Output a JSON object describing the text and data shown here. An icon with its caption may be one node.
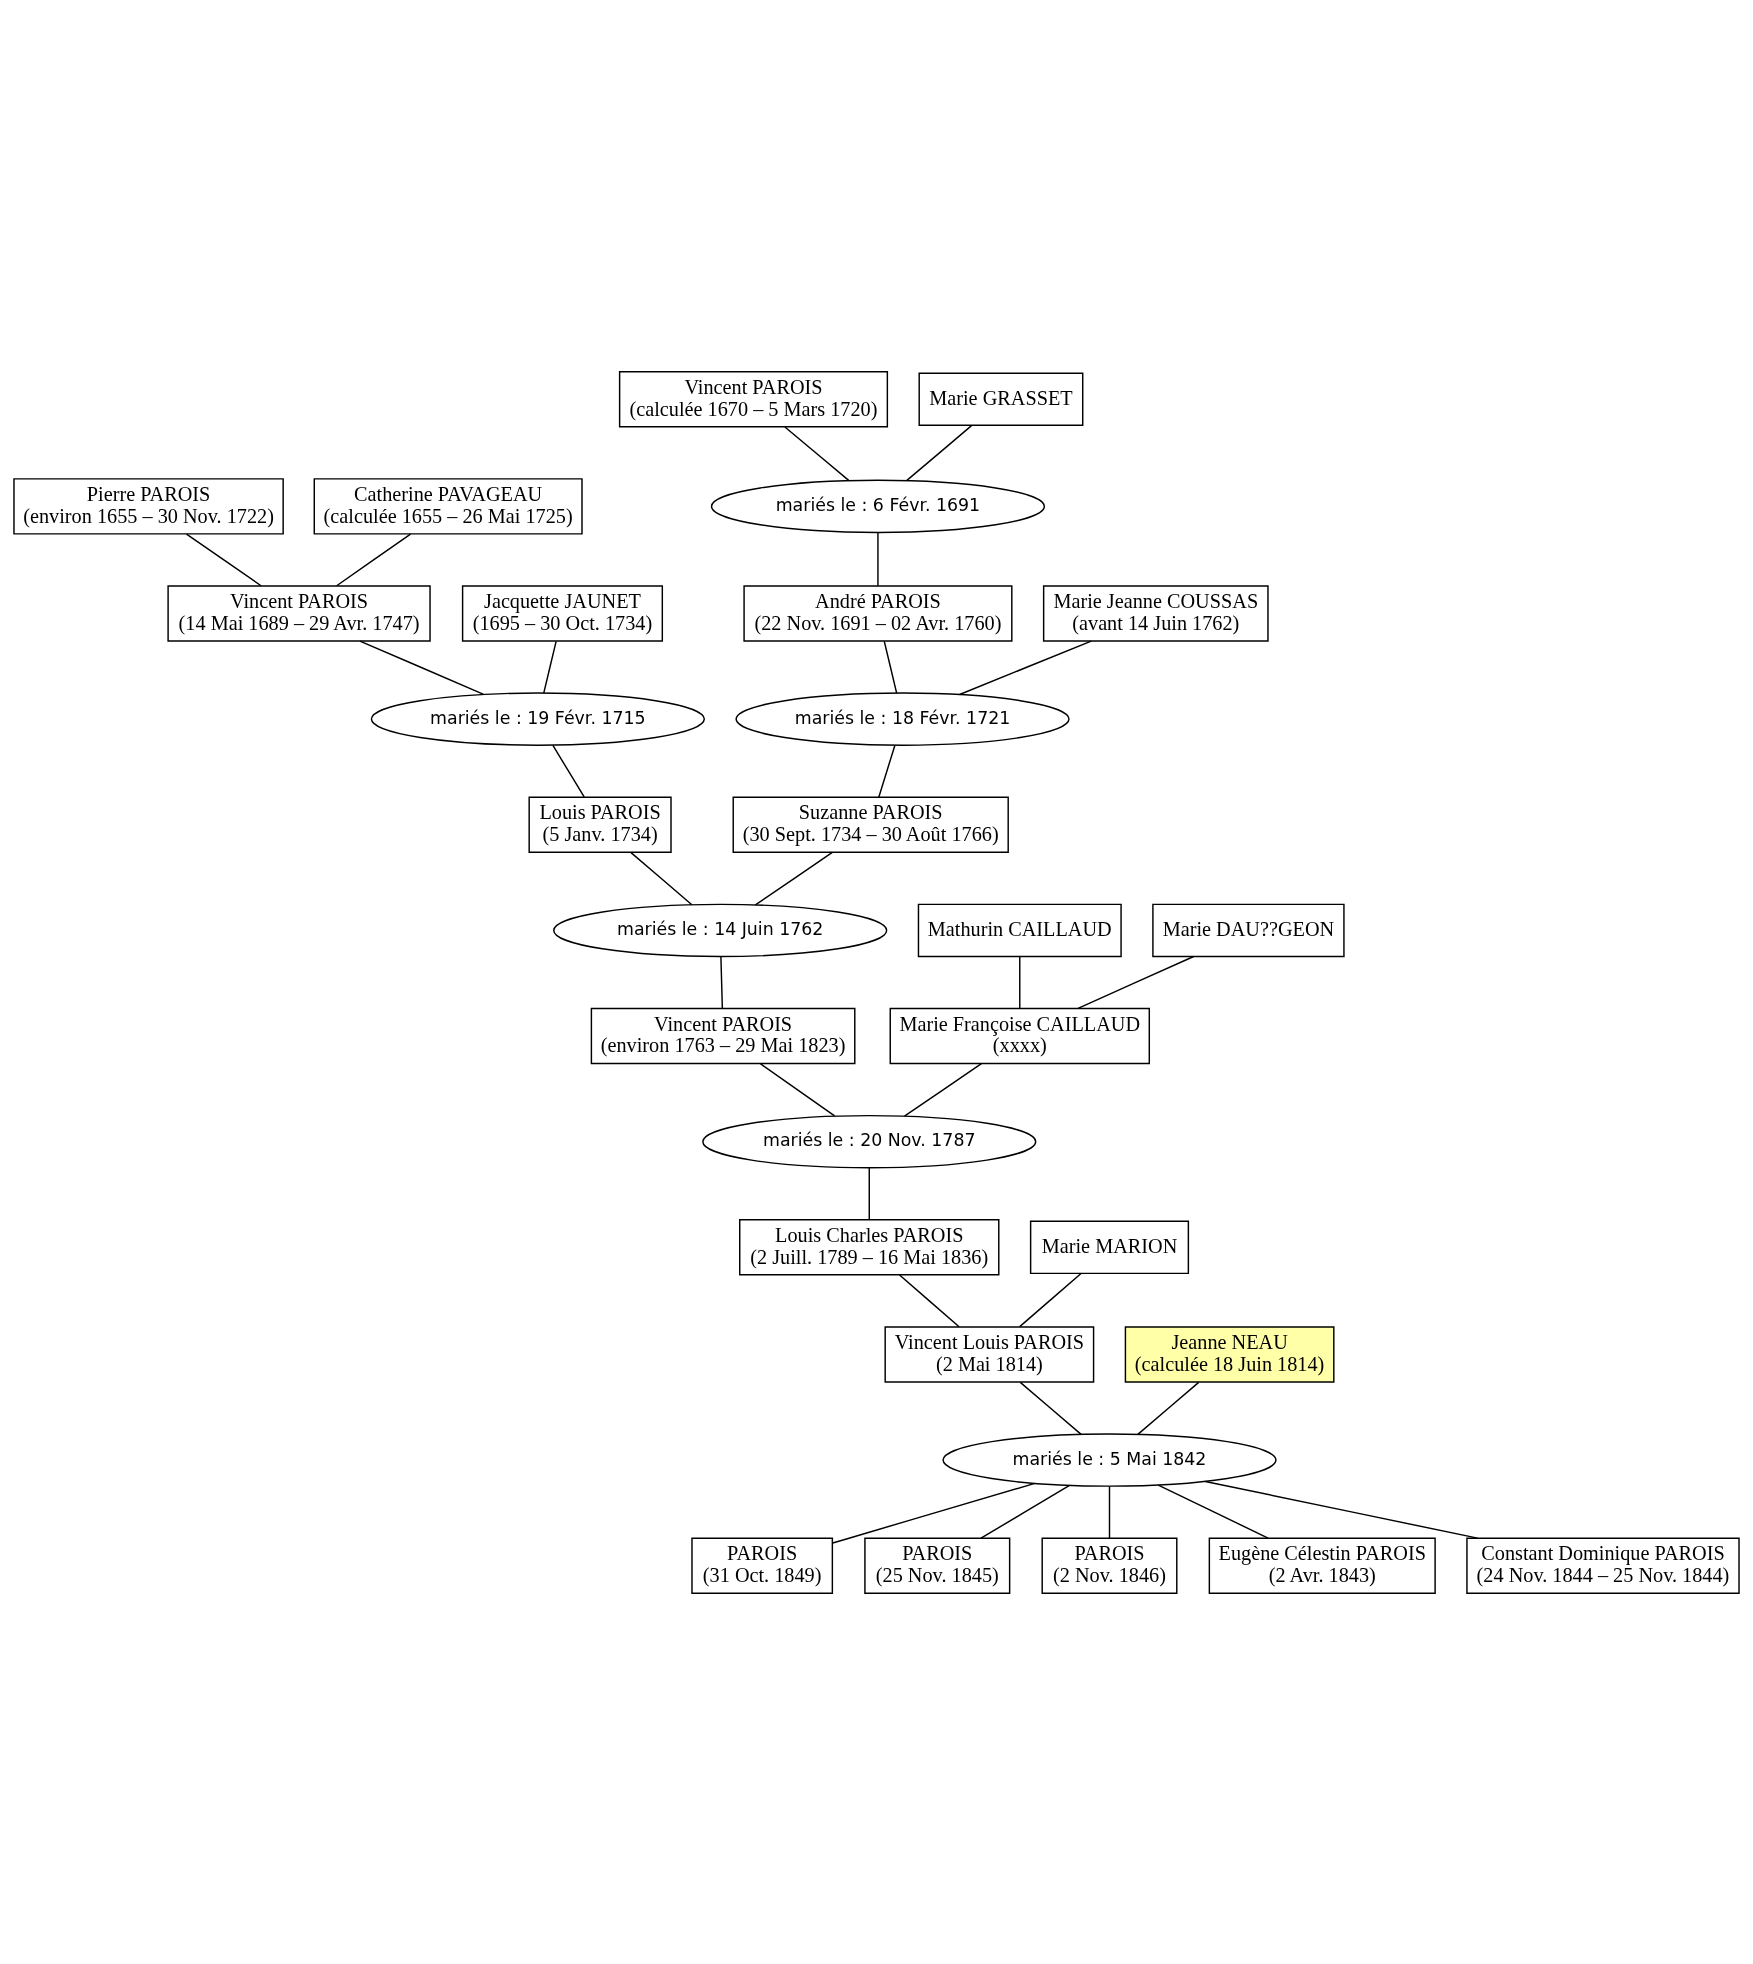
{
  "diagram": {
    "nodes": [
      {
        "text": [
          "Pierre PAROIS",
          "(environ 1655 – 30 Nov. 1722)"
        ]
      },
      {
        "text": [
          "Catherine PAVAGEAU",
          "(calculée 1655 – 26 Mai 1725)"
        ]
      },
      {
        "text": [
          "Vincent PAROIS",
          "(calculée 1670 – 5 Mars 1720)"
        ]
      },
      {
        "text": [
          "Marie GRASSET"
        ]
      },
      {
        "text": [
          "mariés le : 6 Févr. 1691"
        ]
      },
      {
        "text": [
          "Vincent PAROIS",
          "(14 Mai 1689 – 29 Avr. 1747)"
        ]
      },
      {
        "text": [
          "Jacquette JAUNET",
          "(1695 – 30 Oct. 1734)"
        ]
      },
      {
        "text": [
          "André PAROIS",
          "(22 Nov. 1691 – 02 Avr. 1760)"
        ]
      },
      {
        "text": [
          "Marie Jeanne COUSSAS",
          "(avant 14 Juin 1762)"
        ]
      },
      {
        "text": [
          "mariés le : 19 Févr. 1715"
        ]
      },
      {
        "text": [
          "mariés le : 18 Févr. 1721"
        ]
      },
      {
        "text": [
          "Louis PAROIS",
          "(5 Janv. 1734)"
        ]
      },
      {
        "text": [
          "Suzanne PAROIS",
          "(30 Sept. 1734 – 30 Août 1766)"
        ]
      },
      {
        "text": [
          "Mathurin CAILLAUD"
        ]
      },
      {
        "text": [
          "Marie DAU??GEON"
        ]
      },
      {
        "text": [
          "mariés le : 14 Juin 1762"
        ]
      },
      {
        "text": [
          "Vincent PAROIS",
          "(environ 1763 – 29 Mai 1823)"
        ]
      },
      {
        "text": [
          "Marie Françoise CAILLAUD",
          "(xxxx)"
        ]
      },
      {
        "text": [
          "mariés le : 20 Nov. 1787"
        ]
      },
      {
        "text": [
          "Louis Charles PAROIS",
          "(2 Juill. 1789 – 16 Mai 1836)"
        ]
      },
      {
        "text": [
          "Marie MARION"
        ]
      },
      {
        "text": [
          "Jeanne NEAU",
          "(calculée 18 Juin 1814)"
        ]
      },
      {
        "text": [
          "Vincent Louis PAROIS",
          "(2 Mai 1814)"
        ]
      },
      {
        "text": [
          "mariés le : 5 Mai 1842"
        ]
      },
      {
        "text": [
          "PAROIS",
          "(31 Oct. 1849)"
        ]
      },
      {
        "text": [
          "PAROIS",
          "(25 Nov. 1845)"
        ]
      },
      {
        "text": [
          "PAROIS",
          "(2 Nov. 1846)"
        ]
      },
      {
        "text": [
          "Eugène Célestin PAROIS",
          "(2 Avr. 1843)"
        ]
      },
      {
        "text": [
          "Constant Dominique PAROIS",
          "(24 Nov. 1844 – 25 Nov. 1844)"
        ]
      }
    ],
    "edges": [
      {
        "from": 0,
        "to": 5,
        "arrow": "none"
      },
      {
        "from": 1,
        "to": 5,
        "arrow": "none"
      },
      {
        "from": 2,
        "to": 4,
        "arrow": "none"
      },
      {
        "from": 3,
        "to": 4,
        "arrow": "none"
      },
      {
        "from": 4,
        "to": 7,
        "arrow": "none"
      },
      {
        "from": 5,
        "to": 9,
        "arrow": "none"
      },
      {
        "from": 6,
        "to": 9,
        "arrow": "none"
      },
      {
        "from": 7,
        "to": 10,
        "arrow": "none"
      },
      {
        "from": 8,
        "to": 10,
        "arrow": "none"
      },
      {
        "from": 9,
        "to": 11,
        "arrow": "none"
      },
      {
        "from": 10,
        "to": 12,
        "arrow": "none"
      },
      {
        "from": 11,
        "to": 15,
        "arrow": "none"
      },
      {
        "from": 12,
        "to": 15,
        "arrow": "none"
      },
      {
        "from": 15,
        "to": 16,
        "arrow": "none"
      },
      {
        "from": 13,
        "to": 17,
        "arrow": "none"
      },
      {
        "from": 14,
        "to": 17,
        "arrow": "none"
      },
      {
        "from": 16,
        "to": 18,
        "arrow": "none"
      },
      {
        "from": 17,
        "to": 18,
        "arrow": "none"
      },
      {
        "from": 18,
        "to": 19,
        "arrow": "none"
      },
      {
        "from": 19,
        "to": 22,
        "arrow": "none"
      },
      {
        "from": 20,
        "to": 22,
        "arrow": "none"
      },
      {
        "from": 21,
        "to": 23,
        "arrow": "none"
      },
      {
        "from": 22,
        "to": 23,
        "arrow": "none"
      },
      {
        "from": 23,
        "to": 24,
        "arrow": "none"
      },
      {
        "from": 23,
        "to": 25,
        "arrow": "none"
      },
      {
        "from": 23,
        "to": 26,
        "arrow": "none"
      },
      {
        "from": 23,
        "to": 27,
        "arrow": "none"
      },
      {
        "from": 23,
        "to": 28,
        "arrow": "none"
      }
    ]
  }
}
